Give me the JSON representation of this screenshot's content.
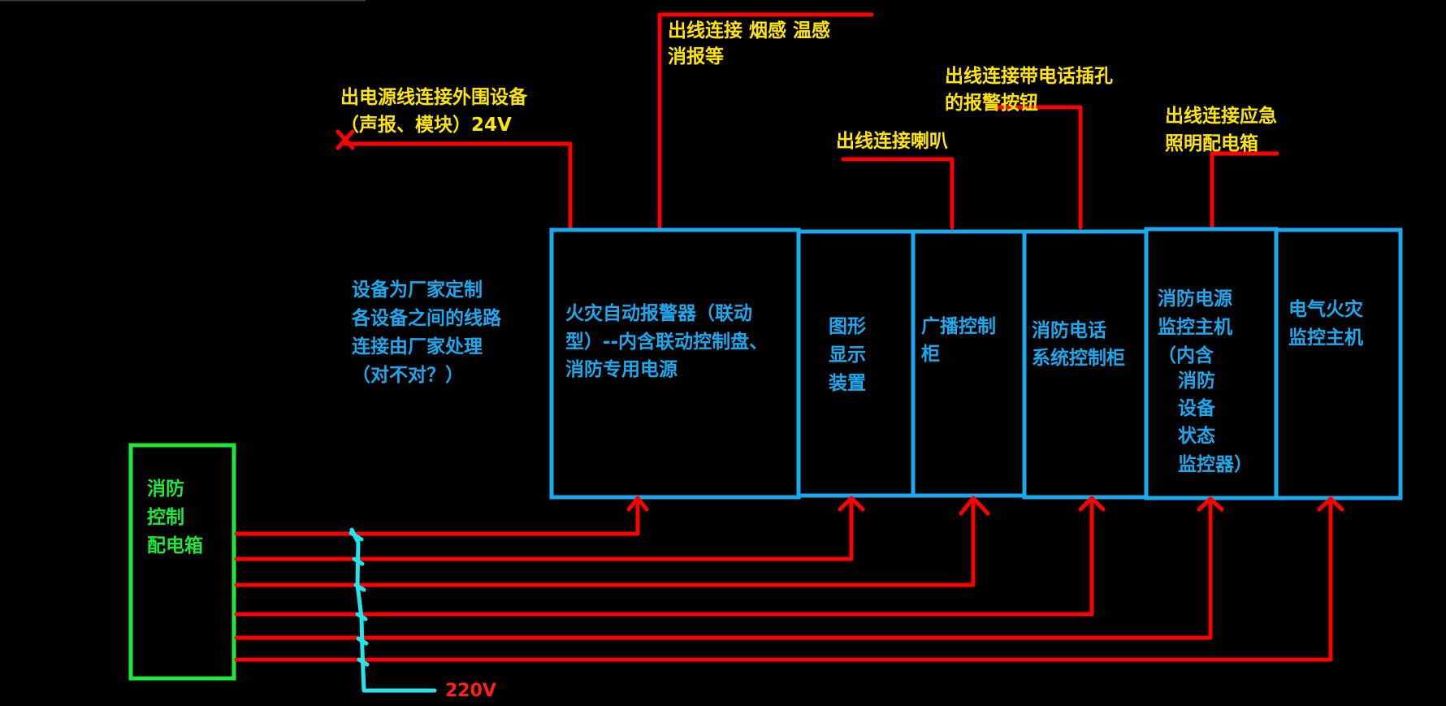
{
  "colors": {
    "background": "#000000",
    "wire": "#ff0000",
    "panel": "#1aa9ee",
    "power_box": "#1ee83a",
    "annotation": "#ffe600",
    "neutral_wire": "#22e6ee"
  },
  "annotations": {
    "power_out_line1": "出电源线连接外围设备",
    "power_out_line2": "（声报、模块）24V",
    "smoke_line1": "出线连接 烟感 温感",
    "smoke_line2": "消报等",
    "phone_line1": "出线连接带电话插孔",
    "phone_line2": "的报警按钮",
    "speaker": "出线连接喇叭",
    "emergency_line1": "出线连接应急",
    "emergency_line2": "照明配电箱",
    "voltage": "220V"
  },
  "note": {
    "line1": "设备为厂家定制",
    "line2": "各设备之间的线路",
    "line3": "连接由厂家处理",
    "line4": "（对不对？）"
  },
  "power_box": {
    "line1": "消防",
    "line2": "控制",
    "line3": "配电箱"
  },
  "panels": [
    {
      "lines": [
        "火灾自动报警器（联动",
        "型）--内含联动控制盘、",
        "消防专用电源"
      ]
    },
    {
      "lines": [
        "图形",
        "显示",
        "装置"
      ]
    },
    {
      "lines": [
        "广播控制",
        "柜"
      ]
    },
    {
      "lines": [
        "消防电话",
        "系统控制柜"
      ]
    },
    {
      "lines": [
        "消防电源",
        "监控主机",
        "（内含",
        "消防",
        "设备",
        "状态",
        "监控器）"
      ]
    },
    {
      "lines": [
        "电气火灾",
        "监控主机"
      ]
    }
  ]
}
